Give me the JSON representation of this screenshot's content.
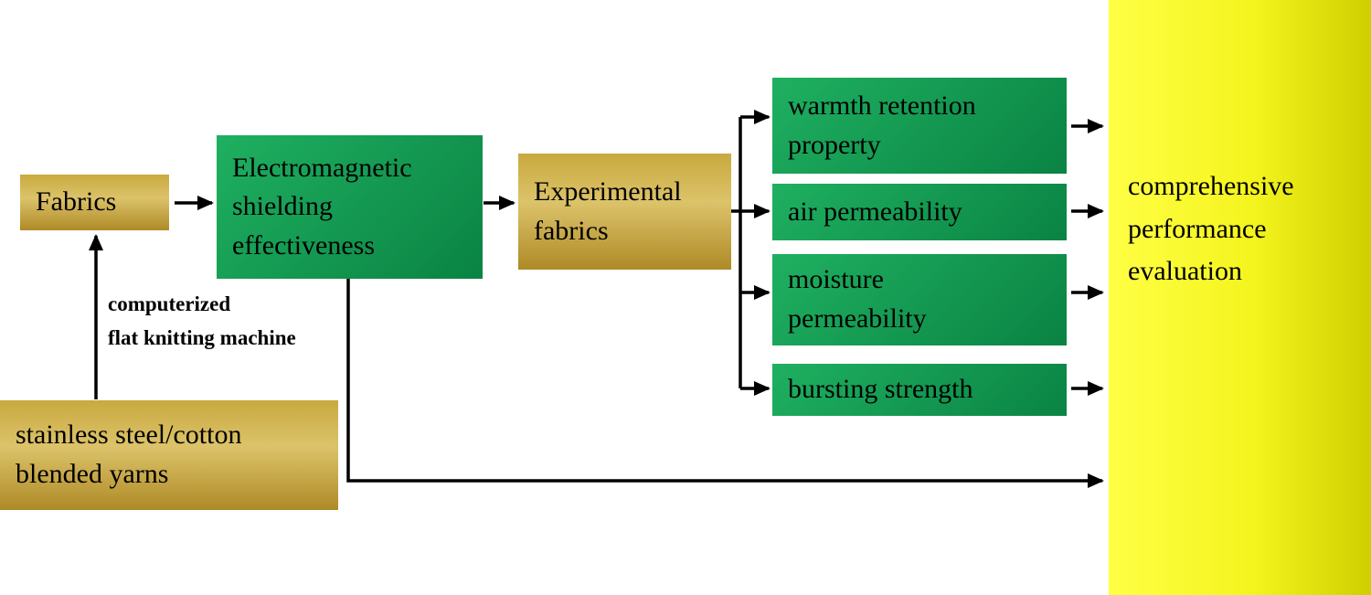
{
  "diagram": {
    "nodes": {
      "fabrics": "Fabrics",
      "em_shielding": "Electromagnetic\nshielding\neffectiveness",
      "experimental_fabrics": "Experimental\nfabrics",
      "warmth_retention": "warmth retention\nproperty",
      "air_permeability": "air permeability",
      "moisture_permeability": "moisture\npermeability",
      "bursting_strength": "bursting strength",
      "comprehensive_evaluation": "comprehensive\nperformance\nevaluation",
      "blended_yarns": "stainless steel/cotton\nblended yarns"
    },
    "edge_labels": {
      "process": "computerized\nflat knitting machine"
    },
    "colors": {
      "gold_top": "#c9a93f",
      "gold_mid": "#dcc36a",
      "gold_bottom": "#ae8a26",
      "green_light": "#1fb061",
      "green_dark": "#0a8343",
      "yellow_left": "#ffff45",
      "yellow_right": "#cfcf00",
      "arrow": "#000000",
      "text": "#000000"
    }
  }
}
